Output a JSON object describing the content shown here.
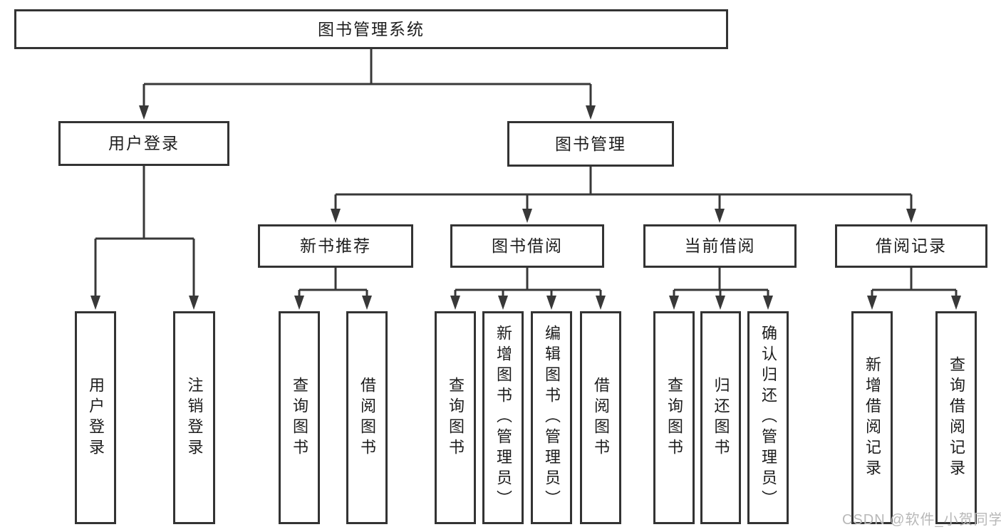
{
  "colors": {
    "background": "#ffffff",
    "line": "#383838",
    "box_border": "#333333",
    "text": "#1d1d1d",
    "watermark": "#b8b8b8"
  },
  "watermark": {
    "text": "CSDN @软件_小贺同学"
  },
  "diagram": {
    "type": "tree",
    "root": {
      "label": "图书管理系统"
    },
    "branches": [
      {
        "label": "用户登录",
        "children": [
          {
            "label": "用户登录"
          },
          {
            "label": "注销登录"
          }
        ]
      },
      {
        "label": "图书管理",
        "children": [
          {
            "label": "新书推荐",
            "children": [
              {
                "label": "查询图书"
              },
              {
                "label": "借阅图书"
              }
            ]
          },
          {
            "label": "图书借阅",
            "children": [
              {
                "label": "查询图书"
              },
              {
                "label": "新增图书（管理员）"
              },
              {
                "label": "编辑图书（管理员）"
              },
              {
                "label": "借阅图书"
              }
            ]
          },
          {
            "label": "当前借阅",
            "children": [
              {
                "label": "查询图书"
              },
              {
                "label": "归还图书"
              },
              {
                "label": "确认归还（管理员）"
              }
            ]
          },
          {
            "label": "借阅记录",
            "children": [
              {
                "label": "新增借阅记录"
              },
              {
                "label": "查询借阅记录"
              }
            ]
          }
        ]
      }
    ]
  }
}
